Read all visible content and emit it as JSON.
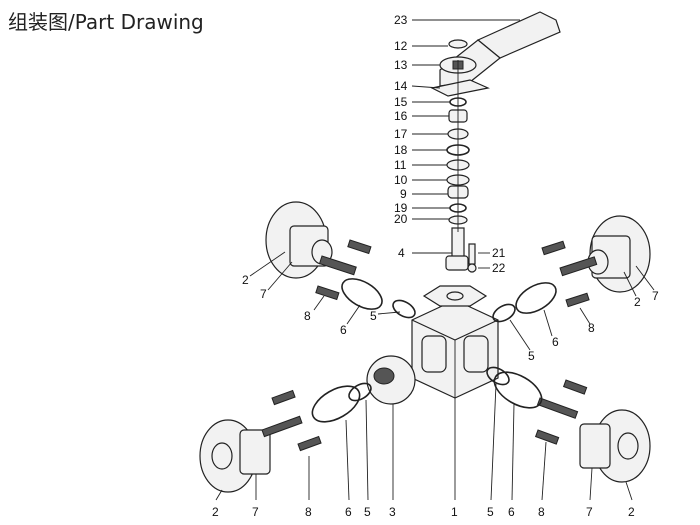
{
  "title": "组装图/Part Drawing",
  "stack_labels": [
    "23",
    "12",
    "13",
    "14",
    "15",
    "16",
    "17",
    "18",
    "11",
    "10",
    "9",
    "19",
    "20"
  ],
  "side_labels": {
    "l4": "4",
    "l21": "21",
    "l22": "22",
    "ul_2": "2",
    "ul_7": "7",
    "ul_8": "8",
    "ul_6": "6",
    "ul_5": "5",
    "ur_2": "2",
    "ur_7": "7",
    "ur_8": "8",
    "ur_6": "6",
    "ur_5": "5",
    "b_2a": "2",
    "b_7a": "7",
    "b_8a": "8",
    "b_6a": "6",
    "b_5a": "5",
    "b_3": "3",
    "b_1": "1",
    "b_5b": "5",
    "b_6b": "6",
    "b_8b": "8",
    "b_7b": "7",
    "b_2b": "2"
  },
  "colors": {
    "line": "#222222",
    "fill": "#f2f2f2",
    "dark": "#555555"
  }
}
